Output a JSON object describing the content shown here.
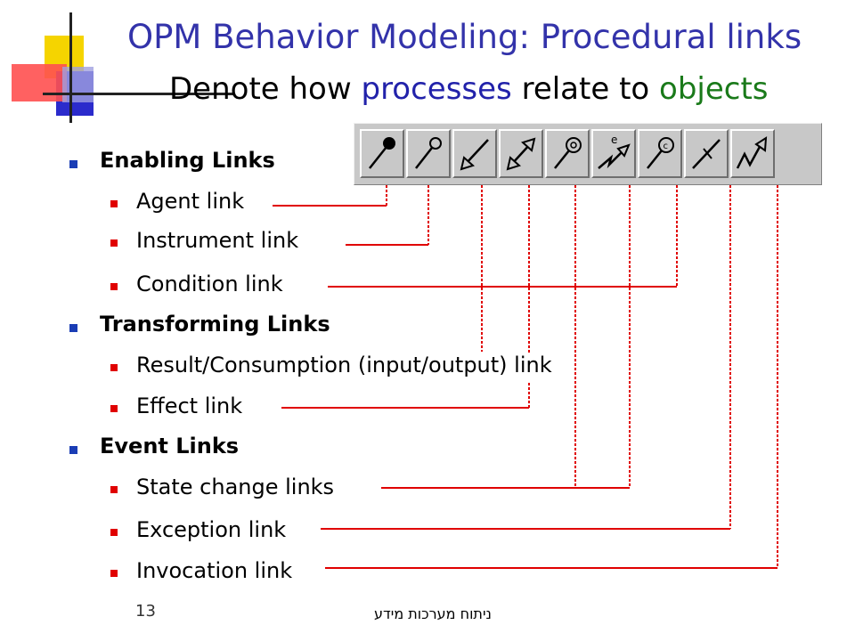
{
  "title": "OPM Behavior Modeling: Procedural links",
  "subtitle": {
    "part1": "Denote how ",
    "part2": "processes",
    "part3": " relate to ",
    "part4": "objects"
  },
  "colors": {
    "title": "#3333aa",
    "processes": "#2222aa",
    "objects": "#1a7a1a",
    "connector": "#e00000",
    "bullet_level1": "#1a3db5",
    "bullet_level2": "#e00000"
  },
  "toolbar_icons": [
    "agent-link-icon",
    "instrument-link-icon",
    "consumption-link-icon",
    "effect-link-icon",
    "state-link-icon",
    "event-link-icon",
    "condition-link-icon",
    "exception-link-icon",
    "invocation-link-icon"
  ],
  "list": {
    "enabling": {
      "heading": "Enabling Links",
      "items": [
        "Agent link",
        "Instrument link",
        "Condition link"
      ]
    },
    "transforming": {
      "heading": "Transforming Links",
      "items": [
        "Result/Consumption (input/output) link",
        "Effect link"
      ]
    },
    "event": {
      "heading": "Event Links",
      "items": [
        "State change links",
        "Exception link",
        "Invocation link"
      ]
    }
  },
  "footer": {
    "page_number": "13",
    "text": "ניתוח מערכות מידע"
  }
}
